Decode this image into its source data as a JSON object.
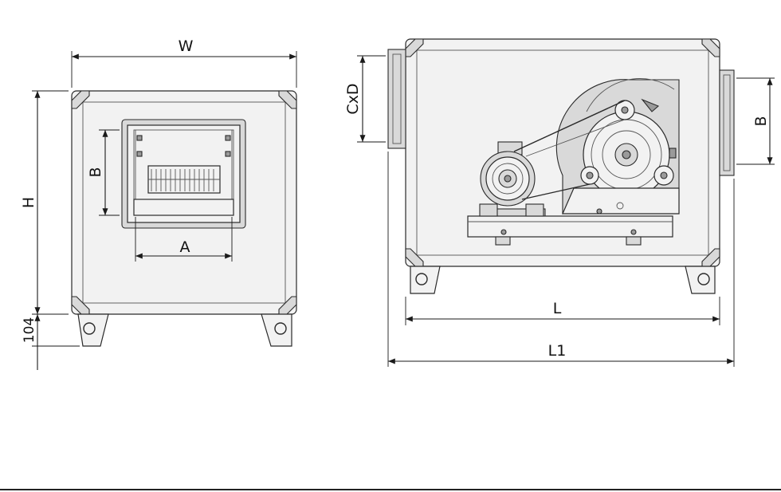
{
  "labels": {
    "front_width": "W",
    "front_height": "H",
    "foot_height": "104",
    "outlet_height": "B",
    "outlet_width": "A",
    "inlet_size": "CxD",
    "outlet_height_side": "B",
    "length": "L",
    "length_total": "L1"
  },
  "colors": {
    "line": "#2a2a2a",
    "panel_fill": "#f2f2f2",
    "part_fill": "#d9d9d9"
  }
}
